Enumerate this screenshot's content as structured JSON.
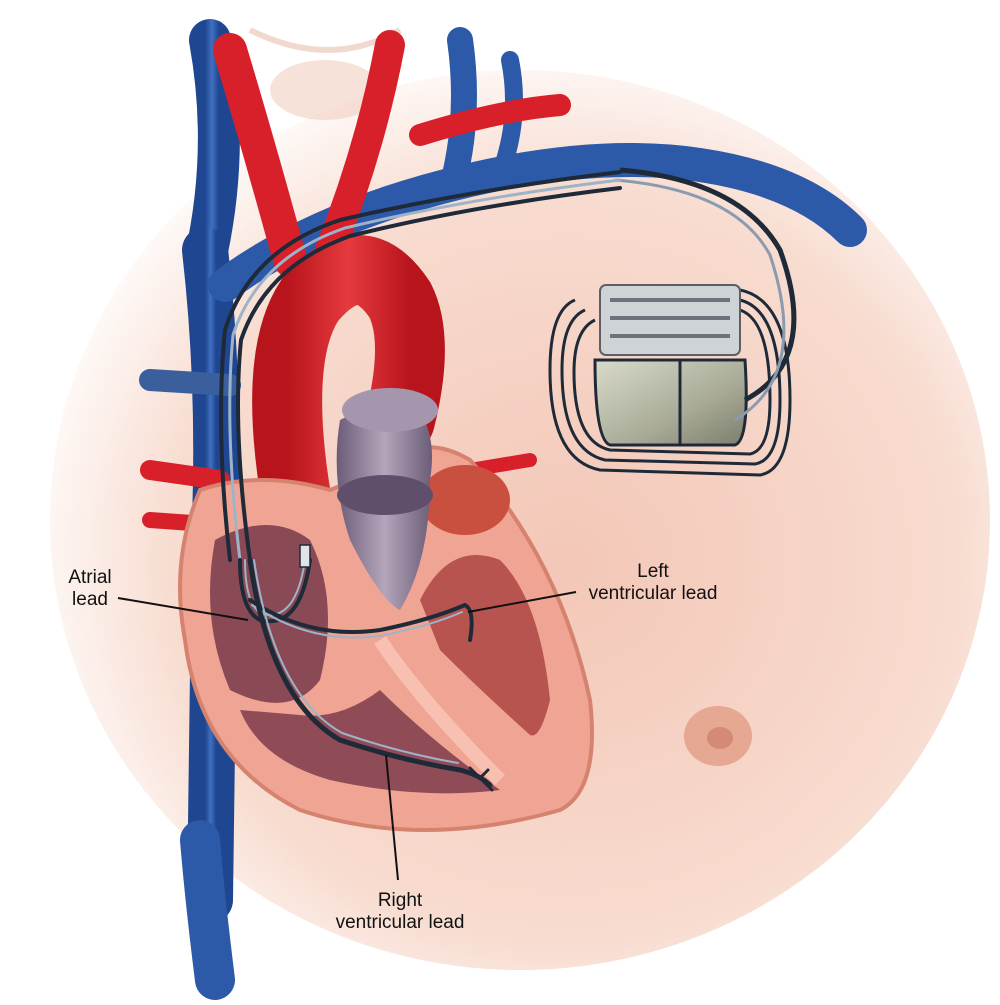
{
  "labels": {
    "atrial_lead": [
      "Atrial",
      "lead"
    ],
    "left_ventricular_lead": [
      "Left",
      "ventricular lead"
    ],
    "right_ventricular_lead": [
      "Right",
      "ventricular lead"
    ]
  },
  "colors": {
    "skin": "#f6d6c8",
    "artery": "#d8202a",
    "vein": "#2d5aa8",
    "heart_wall": "#f0a493",
    "heart_chamber": "#8a4a55",
    "valve_purple": "#8d7d95",
    "device": "#b8b8a8",
    "lead": "#1e2a38",
    "label_text": "#111111"
  }
}
